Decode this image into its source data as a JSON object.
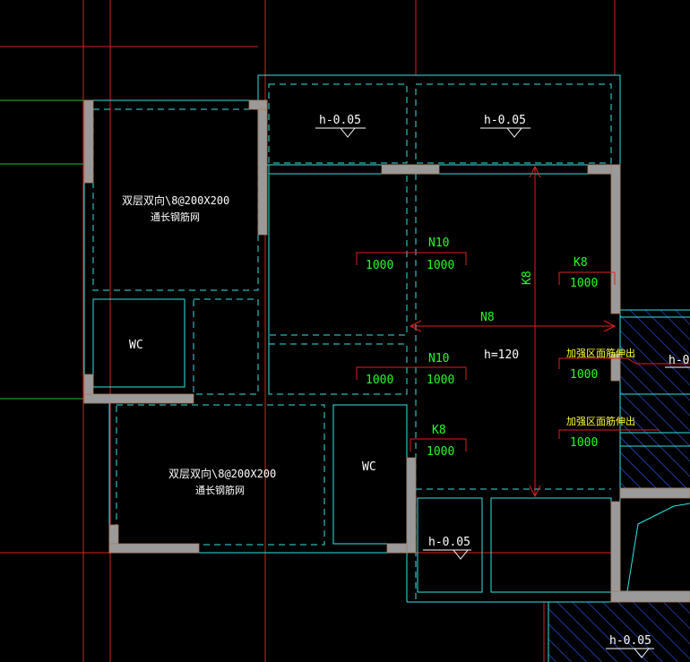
{
  "labels": {
    "elev": "h-0.05",
    "elev_right_cut": "h-0.",
    "slab_thickness": "h=120",
    "wc": "WC",
    "mesh_line1": "双层双向\\8@200X200",
    "mesh_line2": "通长钢筋网",
    "n10": "N10",
    "n8": "N8",
    "k8": "K8",
    "len_1000": "1000",
    "reinforce": "加强区面筋伸出"
  },
  "colors": {
    "background": "#000000",
    "wall": "#9a9a9a",
    "outline": "#2fe6e6",
    "axis": "#e02020",
    "rebar_text": "#22ff22",
    "hatch": "#2a5cff"
  }
}
